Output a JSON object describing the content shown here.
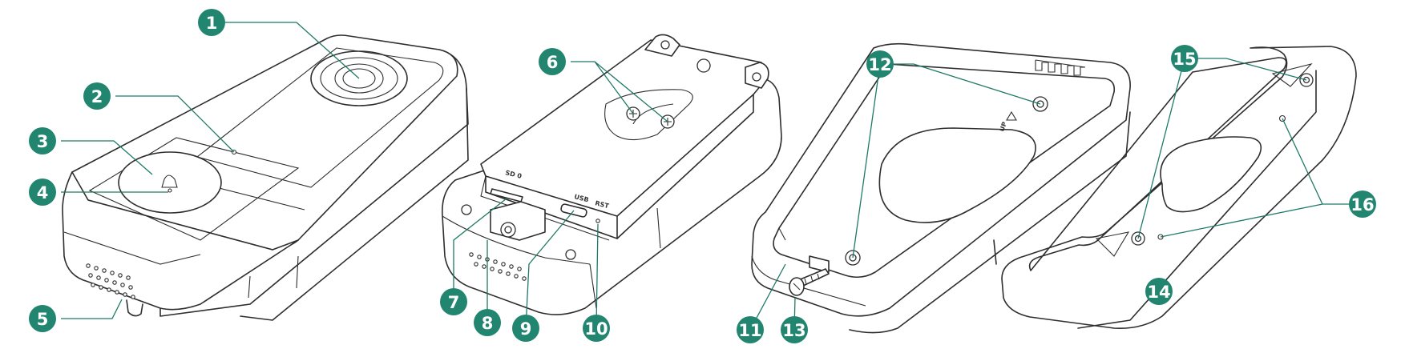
{
  "callouts": [
    {
      "id": "c1",
      "label": "1"
    },
    {
      "id": "c2",
      "label": "2"
    },
    {
      "id": "c3",
      "label": "3"
    },
    {
      "id": "c4",
      "label": "4"
    },
    {
      "id": "c5",
      "label": "5"
    },
    {
      "id": "c6",
      "label": "6"
    },
    {
      "id": "c7",
      "label": "7"
    },
    {
      "id": "c8",
      "label": "8"
    },
    {
      "id": "c9",
      "label": "9"
    },
    {
      "id": "c10",
      "label": "10"
    },
    {
      "id": "c11",
      "label": "11"
    },
    {
      "id": "c12",
      "label": "12"
    },
    {
      "id": "c13",
      "label": "13"
    },
    {
      "id": "c14",
      "label": "14"
    },
    {
      "id": "c15",
      "label": "15"
    },
    {
      "id": "c16",
      "label": "16"
    }
  ],
  "labels": {
    "sd": "SD 0",
    "usb": "USB",
    "rst": "RST",
    "up": "UP"
  },
  "colors": {
    "callout": "#22856f",
    "outline": "#2e2e2e"
  }
}
